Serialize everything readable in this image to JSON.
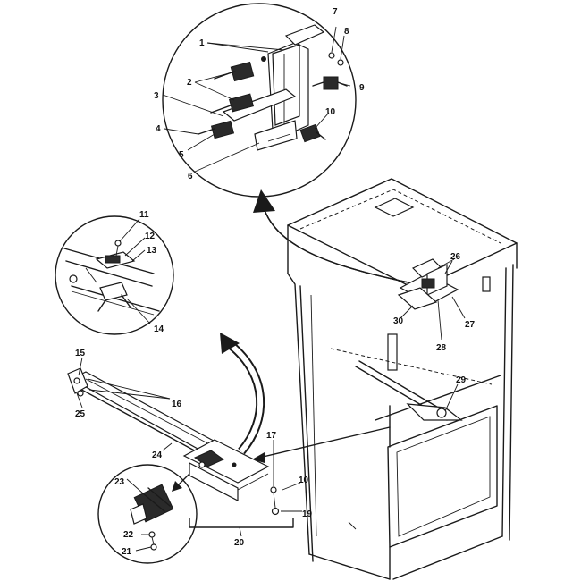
{
  "colors": {
    "ink": "#1a1a1a",
    "background": "#ffffff"
  },
  "callouts": {
    "c1": "1",
    "c2": "2",
    "c3": "3",
    "c4": "4",
    "c5": "5",
    "c6": "6",
    "c7": "7",
    "c8": "8",
    "c9": "9",
    "c10a": "10",
    "c10b": "10",
    "c11": "11",
    "c12": "12",
    "c13": "13",
    "c14": "14",
    "c15": "15",
    "c16": "16",
    "c17": "17",
    "c19": "19",
    "c20": "20",
    "c21": "21",
    "c22": "22",
    "c23": "23",
    "c24": "24",
    "c25": "25",
    "c26": "26",
    "c27": "27",
    "c28": "28",
    "c29": "29",
    "c30": "30"
  }
}
